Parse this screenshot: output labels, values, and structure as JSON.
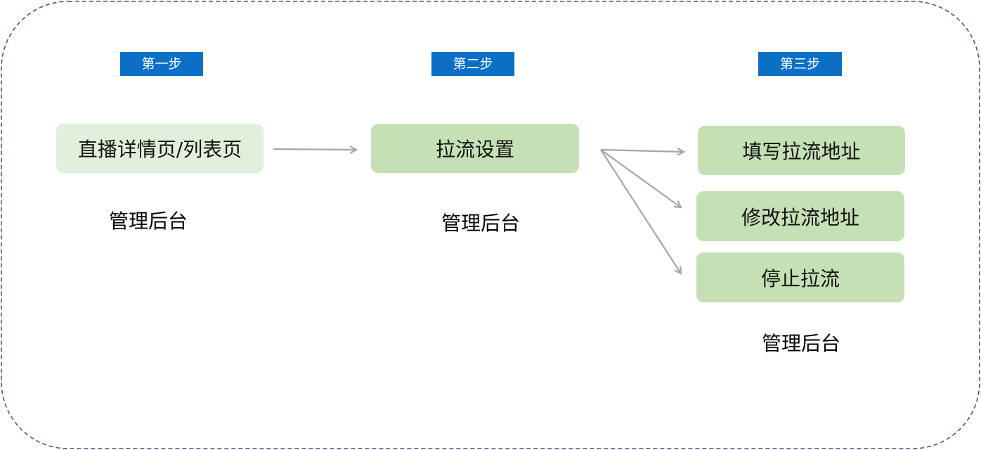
{
  "colors": {
    "border": "#3a5a8c",
    "step_label_bg": "#0a70c6",
    "step_label_text": "#ffffff",
    "box_light": "#e2efda",
    "box_green": "#c5e0b4",
    "arrow": "#a6a6a6"
  },
  "steps": [
    {
      "label": "第一步",
      "box": "直播详情页/列表页",
      "caption": "管理后台"
    },
    {
      "label": "第二步",
      "box": "拉流设置",
      "caption": "管理后台"
    },
    {
      "label": "第三步",
      "options": [
        "填写拉流地址",
        "修改拉流地址",
        "停止拉流"
      ],
      "caption": "管理后台"
    }
  ]
}
